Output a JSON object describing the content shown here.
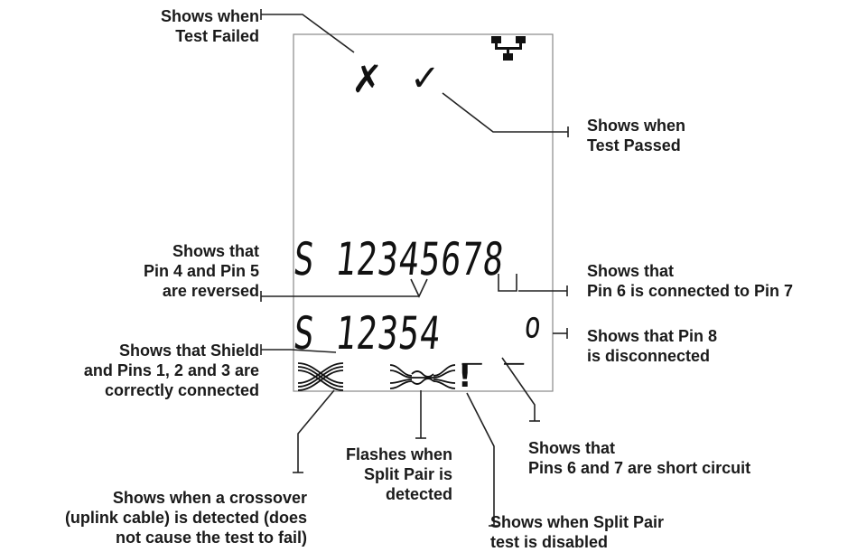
{
  "labels": {
    "failed": [
      "Shows when",
      "Test Failed"
    ],
    "passed": [
      "Shows when",
      "Test Passed"
    ],
    "reversed": [
      "Shows that",
      "Pin 4 and Pin 5",
      "are reversed"
    ],
    "connected67": [
      "Shows that",
      "Pin 6 is connected to Pin 7"
    ],
    "shield": [
      "Shows that Shield",
      "and Pins 1, 2 and 3 are",
      "correctly connected"
    ],
    "disconnected8": [
      "Shows that Pin 8",
      "is disconnected"
    ],
    "crossover": [
      "Shows when a crossover",
      "(uplink cable) is detected (does",
      "not cause the test to fail)"
    ],
    "splitpair": [
      "Flashes when",
      "Split Pair is",
      "detected"
    ],
    "short67": [
      "Shows that",
      "Pins 6 and 7 are short circuit"
    ],
    "splitdisabled": [
      "Shows when Split Pair",
      "test is disabled"
    ]
  },
  "display": {
    "fail_mark": "✗",
    "pass_mark": "✓",
    "top_row": "S 12345678",
    "bottom_row": "S 12354",
    "bottom_dashes": "_ _",
    "pin8_open": "o",
    "split_disabled_mark": "!"
  },
  "icons": {
    "network": "network-icon",
    "crossover": "crossover-cable-icon",
    "split_pair": "split-pair-icon"
  },
  "colors": {
    "text": "#1a1a1a",
    "line": "#222222",
    "screen_border": "#888888"
  }
}
